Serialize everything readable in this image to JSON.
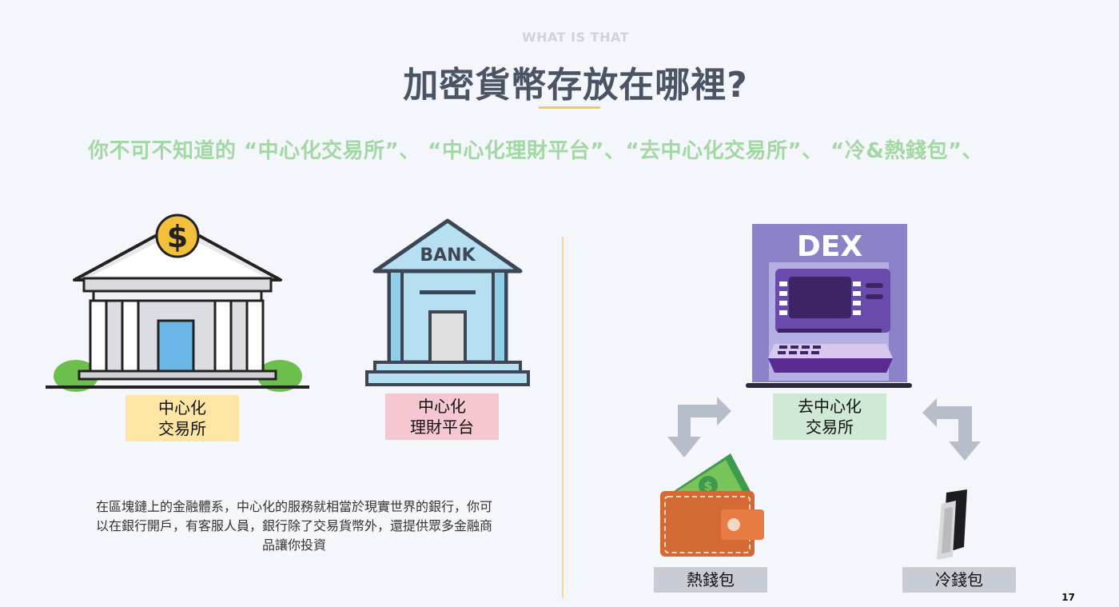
{
  "header": {
    "eyebrow": "WHAT IS THAT",
    "title": "加密貨幣存放在哪裡?",
    "subtitle": "你不可不知道的 “中心化交易所”、 “中心化理財平台”、“去中心化交易所”、 “冷&熱錢包”、"
  },
  "illustrations": {
    "cex": {
      "label_line1": "中心化",
      "label_line2": "交易所",
      "sign": "$"
    },
    "cefi": {
      "label_line1": "中心化",
      "label_line2": "理財平台",
      "sign": "BANK"
    },
    "dex": {
      "label_line1": "去中心化",
      "label_line2": "交易所",
      "sign": "DEX"
    },
    "hot_wallet": {
      "label": "熱錢包"
    },
    "cold_wallet": {
      "label": "冷錢包"
    }
  },
  "description": "在區塊鏈上的金融體系，中心化的服務就相當於現實世界的銀行，你可以在銀行開戶，有客服人員，銀行除了交易貨幣外，還提供眾多金融商品讓你投資",
  "page_number": "17",
  "colors": {
    "title": "#4b5465",
    "subtitle": "#a2d8a3",
    "accent_rule": "#efc86a",
    "cex_tag": "#fde6a4",
    "cefi_tag": "#f5c7d0",
    "dex_tag": "#cfe9d4",
    "wallet_tag": "#c8ccd4"
  }
}
